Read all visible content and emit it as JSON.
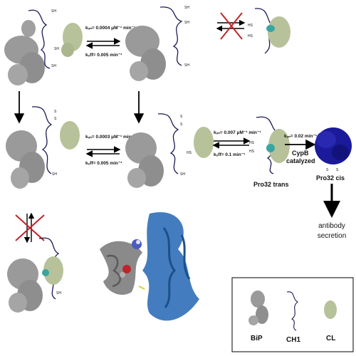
{
  "colors": {
    "bip": "#9a9a9a",
    "ch1": "#1a1a55",
    "cl": "#b8c29a",
    "cis_blob": "#1a1a9a",
    "cross": "#c0242b",
    "ribbon_blue": "#2f6fb8",
    "ribbon_gray": "#8a8a8a",
    "arrow": "#000000"
  },
  "rates": {
    "top_kon": "kₒₙ= 0.0004 μM⁻¹ min⁻¹",
    "top_koff": "kₒff= 0.005 min⁻¹",
    "mid_kon": "kₒₙ= 0.0003 μM⁻¹ min⁻¹",
    "mid_koff": "kₒff= 0.005 min⁻¹",
    "trans_kon": "kₒₙ= 0.007 μM⁻¹ min⁻¹",
    "trans_koff": "kₒff= 0.1 min⁻¹",
    "cis_kon": "kₒₙ= 0.02 min⁻¹"
  },
  "labels": {
    "pro32_trans": "Pro32 trans",
    "pro32_cis": "Pro32 cis",
    "cypb_line1": "CypB",
    "cypb_line2": "catalyzed",
    "secretion_line1": "antibody",
    "secretion_line2": "secretion",
    "sh": "SH",
    "hs": "HS",
    "s": "S"
  },
  "legend": {
    "bip": "BiP",
    "ch1": "CH1",
    "cl": "CL"
  }
}
